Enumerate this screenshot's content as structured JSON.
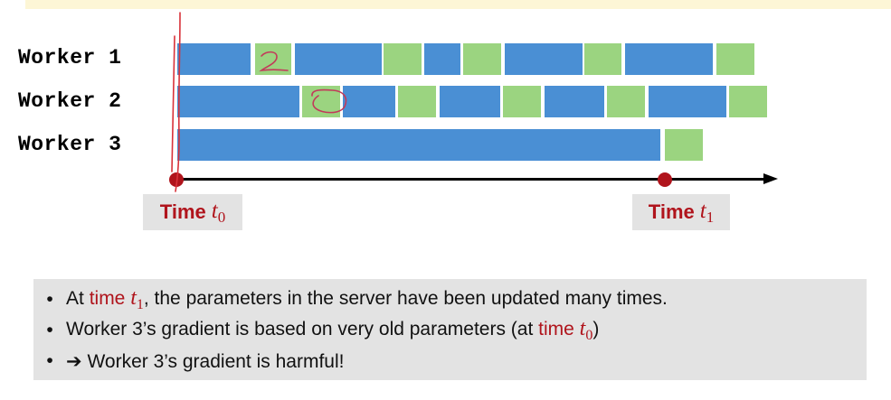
{
  "workers": [
    {
      "label": "Worker 1",
      "segments": [
        "compute",
        "comm",
        "compute",
        "comm",
        "compute",
        "comm",
        "compute",
        "comm",
        "compute",
        "comm"
      ],
      "annotation": "2"
    },
    {
      "label": "Worker 2",
      "segments": [
        "compute",
        "comm",
        "compute",
        "comm",
        "compute",
        "comm",
        "compute",
        "comm",
        "compute",
        "comm"
      ],
      "annotation": "0"
    },
    {
      "label": "Worker 3",
      "segments": [
        "compute",
        "comm"
      ]
    }
  ],
  "times": {
    "t0": {
      "word": "Time",
      "var": "t",
      "sub": "0"
    },
    "t1": {
      "word": "Time",
      "var": "t",
      "sub": "1"
    }
  },
  "notes": {
    "bullet": "•",
    "line1": {
      "prefix": "At ",
      "highlight": "time ",
      "var": "t",
      "sub": "1",
      "suffix": ", the parameters in the server have been updated many times."
    },
    "line2": {
      "prefix": "Worker 3’s gradient is based on very old parameters (at ",
      "highlight": "time ",
      "var": "t",
      "sub": "0",
      "suffix": ")"
    },
    "line3": {
      "arrow": "➔",
      "text": "Worker 3’s gradient is harmful!"
    }
  },
  "colors": {
    "compute": "#4a8fd4",
    "communication": "#9bd480",
    "highlight": "#b0141c",
    "panel": "#e3e3e3"
  }
}
